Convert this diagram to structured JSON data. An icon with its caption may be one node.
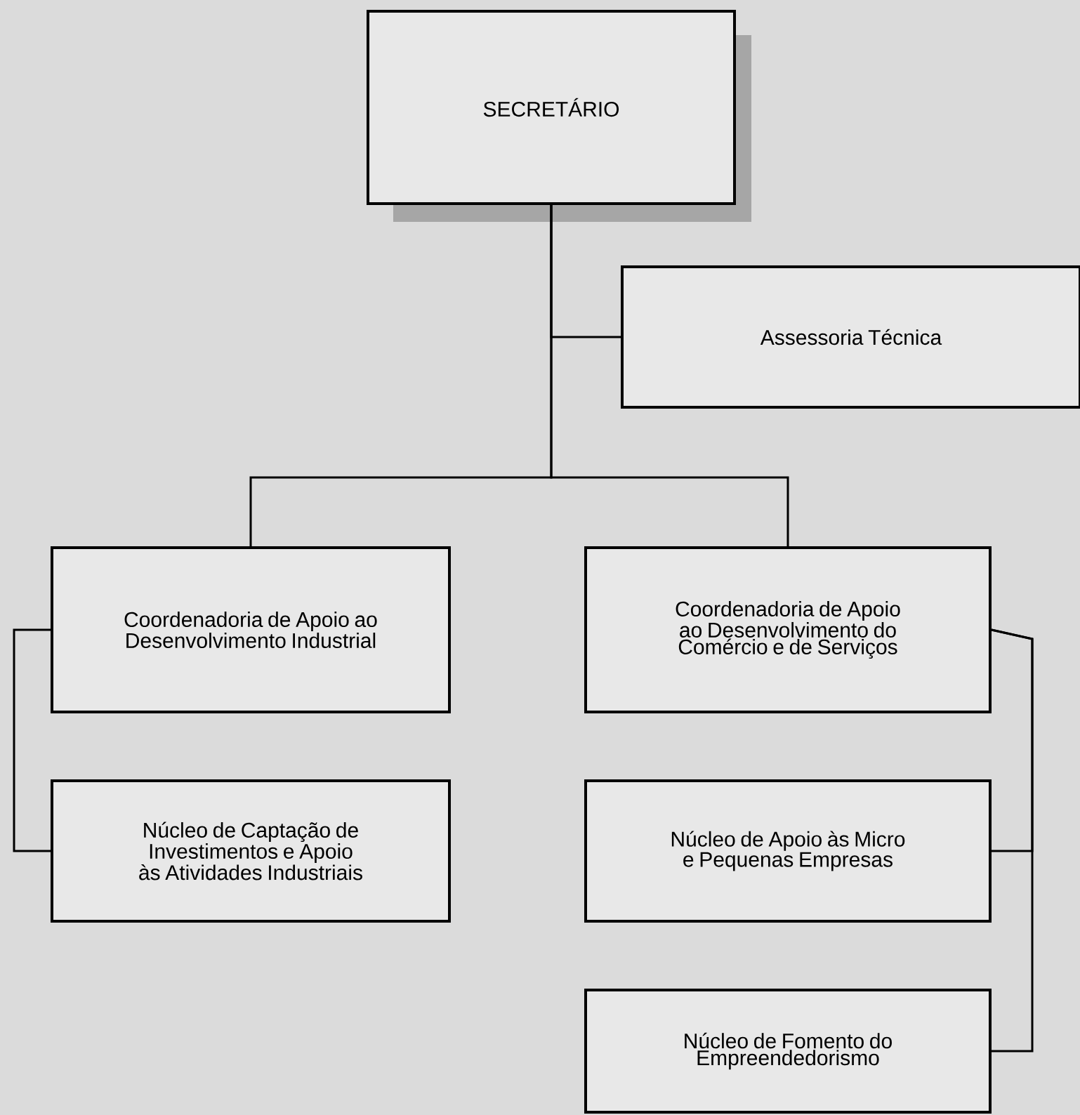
{
  "diagram": {
    "nodes": [
      {
        "text": [
          "SECRETÁRIO"
        ]
      },
      {
        "text": [
          "Assessoria Técnica"
        ]
      },
      {
        "text": [
          "Coordenadoria de Apoio ao Desenvolvimento Industrial"
        ]
      },
      {
        "text": [
          "Coordenadoria de Apoio ao Desenvolvimento do Comércio e de Serviços"
        ]
      },
      {
        "text": [
          "Núcleo de Captação de Investimentos e Apoio às Atividades Industriais"
        ]
      },
      {
        "text": [
          "Núcleo de Apoio às Micro e Pequenas Empresas"
        ]
      },
      {
        "text": [
          "Núcleo de Fomento do Empreendedorismo"
        ]
      }
    ],
    "edges": [
      {
        "from": 0,
        "to": 1,
        "arrow": "none"
      },
      {
        "from": 0,
        "to": 2,
        "arrow": "none"
      },
      {
        "from": 0,
        "to": 3,
        "arrow": "none"
      },
      {
        "from": 2,
        "to": 4,
        "arrow": "none"
      },
      {
        "from": 3,
        "to": 5,
        "arrow": "none"
      },
      {
        "from": 3,
        "to": 6,
        "arrow": "none"
      }
    ]
  }
}
